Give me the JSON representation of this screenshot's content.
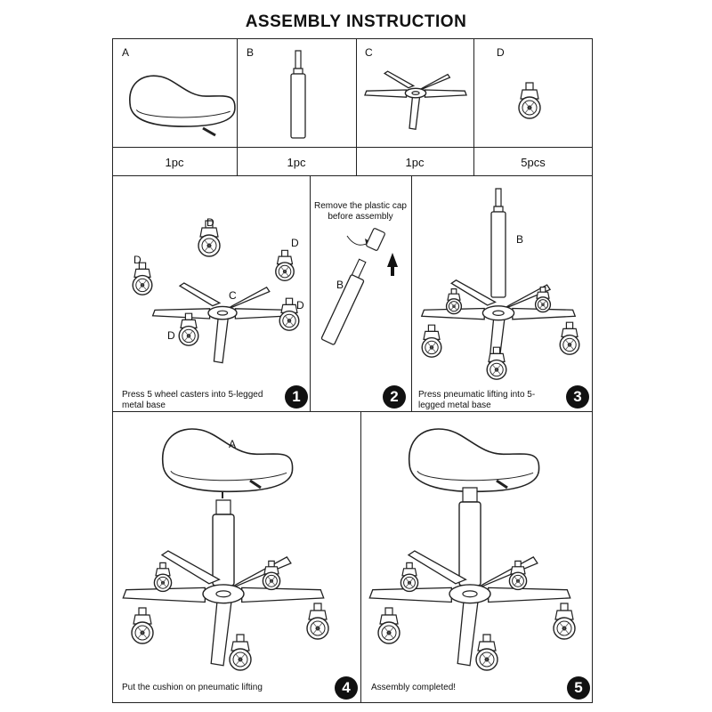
{
  "title": "ASSEMBLY INSTRUCTION",
  "parts": [
    {
      "letter": "A",
      "qty": "1pc",
      "icon": "saddle-seat"
    },
    {
      "letter": "B",
      "qty": "1pc",
      "icon": "gas-lift-cylinder"
    },
    {
      "letter": "C",
      "qty": "1pc",
      "icon": "five-star-base"
    },
    {
      "letter": "D",
      "qty": "5pcs",
      "icon": "caster-wheel"
    }
  ],
  "steps": [
    {
      "number": "1",
      "caption": "Press 5 wheel casters into 5-legged metal base",
      "labels": [
        "D",
        "D",
        "D",
        "D",
        "D",
        "C"
      ]
    },
    {
      "number": "2",
      "note": "Remove the plastic cap before assembly",
      "labels": [
        "B"
      ]
    },
    {
      "number": "3",
      "caption": "Press pneumatic lifting into 5-legged metal base",
      "labels": [
        "B"
      ]
    },
    {
      "number": "4",
      "caption": "Put the cushion on pneumatic lifting",
      "labels": [
        "A"
      ]
    },
    {
      "number": "5",
      "caption": "Assembly completed!"
    }
  ]
}
